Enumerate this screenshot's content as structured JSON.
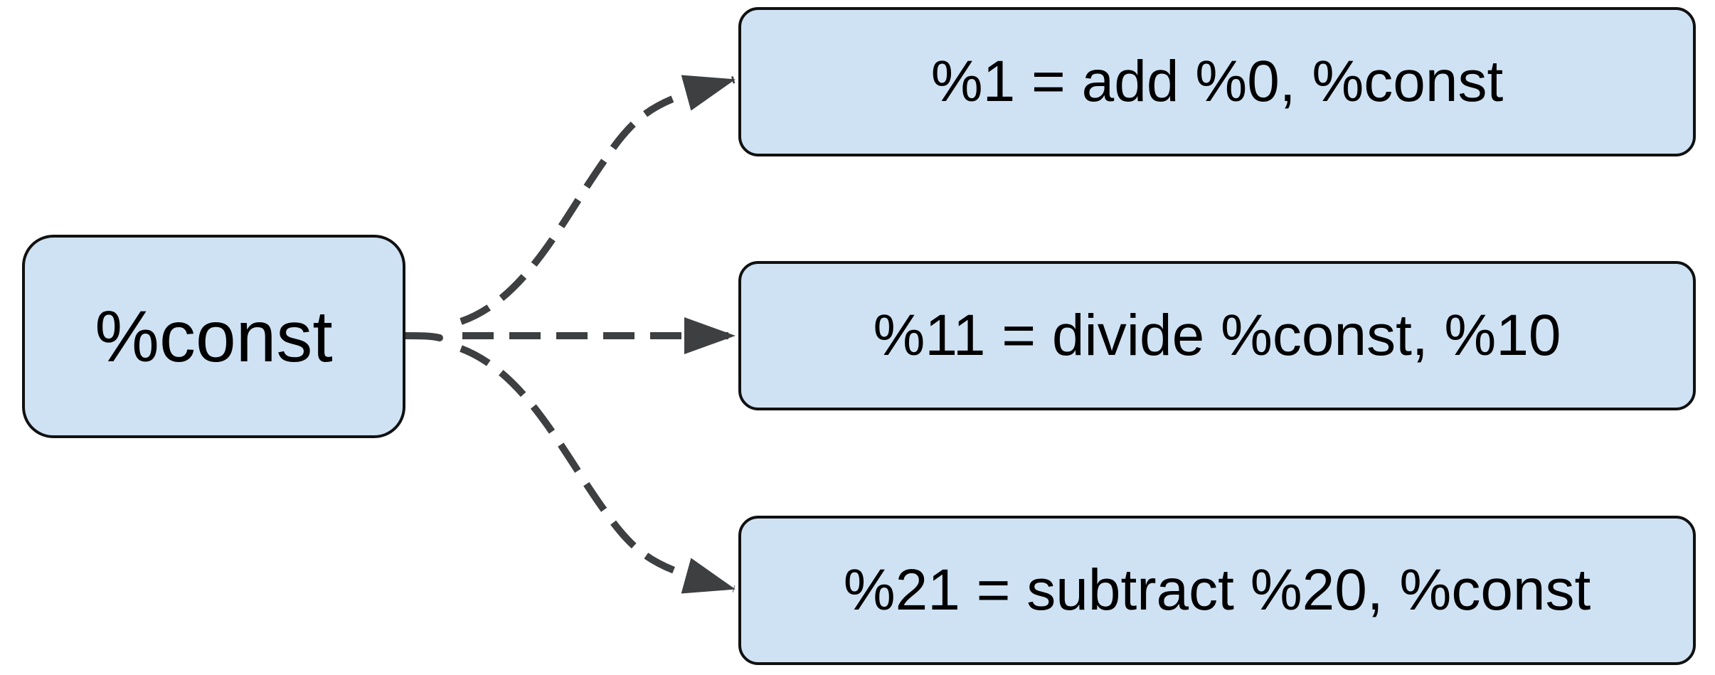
{
  "diagram": {
    "colors": {
      "node_fill": "#cfe2f3",
      "node_border": "#111111",
      "edge": "#3d3f41"
    },
    "source": {
      "label": "%const"
    },
    "targets": [
      {
        "label": "%1 = add %0, %const"
      },
      {
        "label": "%11 = divide %const, %10"
      },
      {
        "label": "%21 = subtract %20, %const"
      }
    ],
    "edges": [
      {
        "from": "%const",
        "to": "%1 = add %0, %const",
        "style": "dashed"
      },
      {
        "from": "%const",
        "to": "%11 = divide %const, %10",
        "style": "dashed"
      },
      {
        "from": "%const",
        "to": "%21 = subtract %20, %const",
        "style": "dashed"
      }
    ]
  }
}
